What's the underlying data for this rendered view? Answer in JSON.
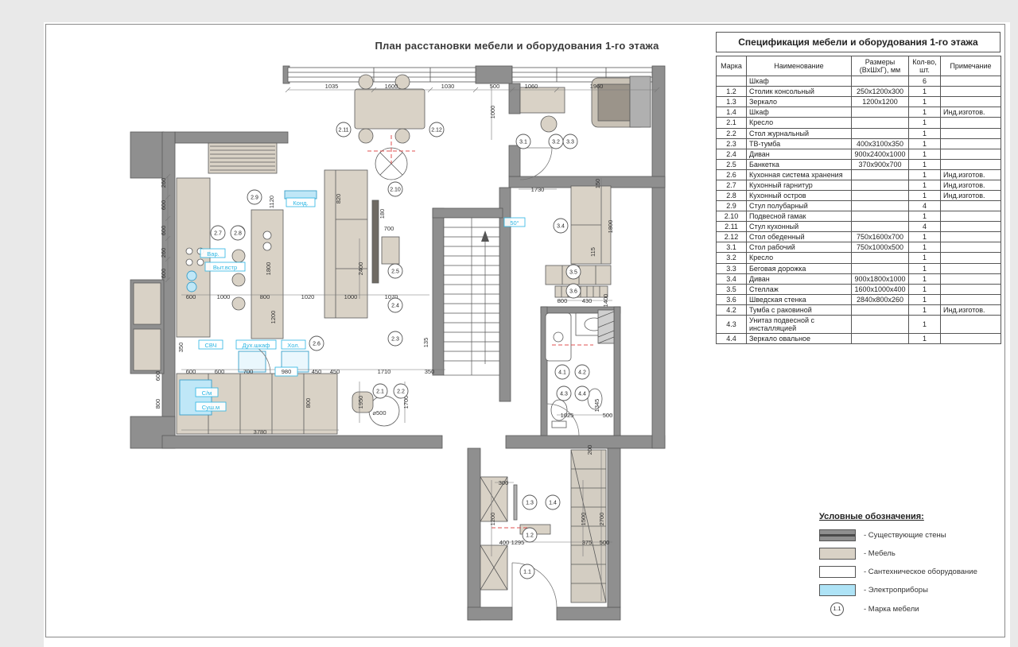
{
  "plan": {
    "title": "План расстановки мебели и оборудования 1-го этажа",
    "marks": [
      "2.11",
      "2.12",
      "2.10",
      "2.9",
      "2.7",
      "2.8",
      "2.6",
      "2.5",
      "2.4",
      "2.3",
      "2.1",
      "2.2",
      "3.1",
      "3.2",
      "3.3",
      "3.4",
      "3.5",
      "3.6",
      "4.1",
      "4.2",
      "4.3",
      "4.4",
      "1.3",
      "1.4",
      "1.2",
      "1.1"
    ],
    "dims": [
      "1035",
      "1600",
      "1030",
      "500",
      "1060",
      "1960",
      "260",
      "600",
      "600",
      "260",
      "600",
      "350",
      "600",
      "600",
      "700",
      "980",
      "450",
      "450",
      "600",
      "1000",
      "800",
      "1020",
      "1000",
      "1070",
      "820",
      "1120",
      "180",
      "700",
      "2400",
      "1800",
      "1200",
      "135",
      "1950",
      "1700",
      "⌀500",
      "3780",
      "1710",
      "350",
      "1730",
      "150",
      "1800",
      "115",
      "800",
      "430",
      "1400",
      "1025",
      "1345",
      "500",
      "300",
      "1200",
      "1500",
      "2700",
      "400",
      "1295",
      "375",
      "500",
      "1000",
      "800",
      "600",
      "800",
      "200"
    ],
    "labels": [
      "Конд.",
      "Вар.",
      "Выт.встр",
      "СВЧ",
      "Дух.шкаф",
      "Хол.",
      "С/м",
      "Суш.м",
      "50°"
    ]
  },
  "spec_table": {
    "title": "Спецификация мебели и оборудования 1-го этажа",
    "columns": [
      "Марка",
      "Наименование",
      "Размеры (ВхШхГ), мм",
      "Кол-во, шт.",
      "Примечание"
    ],
    "rows": [
      [
        "",
        "Шкаф",
        "",
        "6",
        ""
      ],
      [
        "1.2",
        "Столик консольный",
        "250x1200x300",
        "1",
        ""
      ],
      [
        "1.3",
        "Зеркало",
        "1200x1200",
        "1",
        ""
      ],
      [
        "1.4",
        "Шкаф",
        "",
        "1",
        "Инд.изготов."
      ],
      [
        "2.1",
        "Кресло",
        "",
        "1",
        ""
      ],
      [
        "2.2",
        "Стол журнальный",
        "",
        "1",
        ""
      ],
      [
        "2.3",
        "ТВ-тумба",
        "400x3100x350",
        "1",
        ""
      ],
      [
        "2.4",
        "Диван",
        "900x2400x1000",
        "1",
        ""
      ],
      [
        "2.5",
        "Банкетка",
        "370x900x700",
        "1",
        ""
      ],
      [
        "2.6",
        "Кухонная система хранения",
        "",
        "1",
        "Инд.изготов."
      ],
      [
        "2.7",
        "Кухонный гарнитур",
        "",
        "1",
        "Инд.изготов."
      ],
      [
        "2.8",
        "Кухонный остров",
        "",
        "1",
        "Инд.изготов."
      ],
      [
        "2.9",
        "Стул полубарный",
        "",
        "4",
        ""
      ],
      [
        "2.10",
        "Подвесной гамак",
        "",
        "1",
        ""
      ],
      [
        "2.11",
        "Стул кухонный",
        "",
        "4",
        ""
      ],
      [
        "2.12",
        "Стол обеденный",
        "750x1600x700",
        "1",
        ""
      ],
      [
        "3.1",
        "Стол рабочий",
        "750x1000x500",
        "1",
        ""
      ],
      [
        "3.2",
        "Кресло",
        "",
        "1",
        ""
      ],
      [
        "3.3",
        "Беговая дорожка",
        "",
        "1",
        ""
      ],
      [
        "3.4",
        "Диван",
        "900x1800x1000",
        "1",
        ""
      ],
      [
        "3.5",
        "Стеллаж",
        "1600x1000x400",
        "1",
        ""
      ],
      [
        "3.6",
        "Шведская стенка",
        "2840x800x260",
        "1",
        ""
      ],
      [
        "4.2",
        "Тумба с раковиной",
        "",
        "1",
        "Инд.изготов."
      ],
      [
        "4.3",
        "Унитаз подвесной с инсталляцией",
        "",
        "1",
        ""
      ],
      [
        "4.4",
        "Зеркало овальное",
        "",
        "1",
        ""
      ]
    ]
  },
  "legend": {
    "title": "Условные обозначения:",
    "items": [
      {
        "type": "walls",
        "label": "- Существующие стены"
      },
      {
        "type": "furniture",
        "label": "- Мебель"
      },
      {
        "type": "plumbing",
        "label": "- Сантехническое оборудование"
      },
      {
        "type": "electric",
        "label": "- Электроприборы"
      },
      {
        "type": "mark",
        "mark": "1.1",
        "label": "- Марка мебели"
      }
    ]
  },
  "colors": {
    "wall": "#8f8f8f",
    "furniture": "#d9d2c6",
    "electric": "#aee3f6",
    "accent_cyan": "#2ab5e3"
  }
}
